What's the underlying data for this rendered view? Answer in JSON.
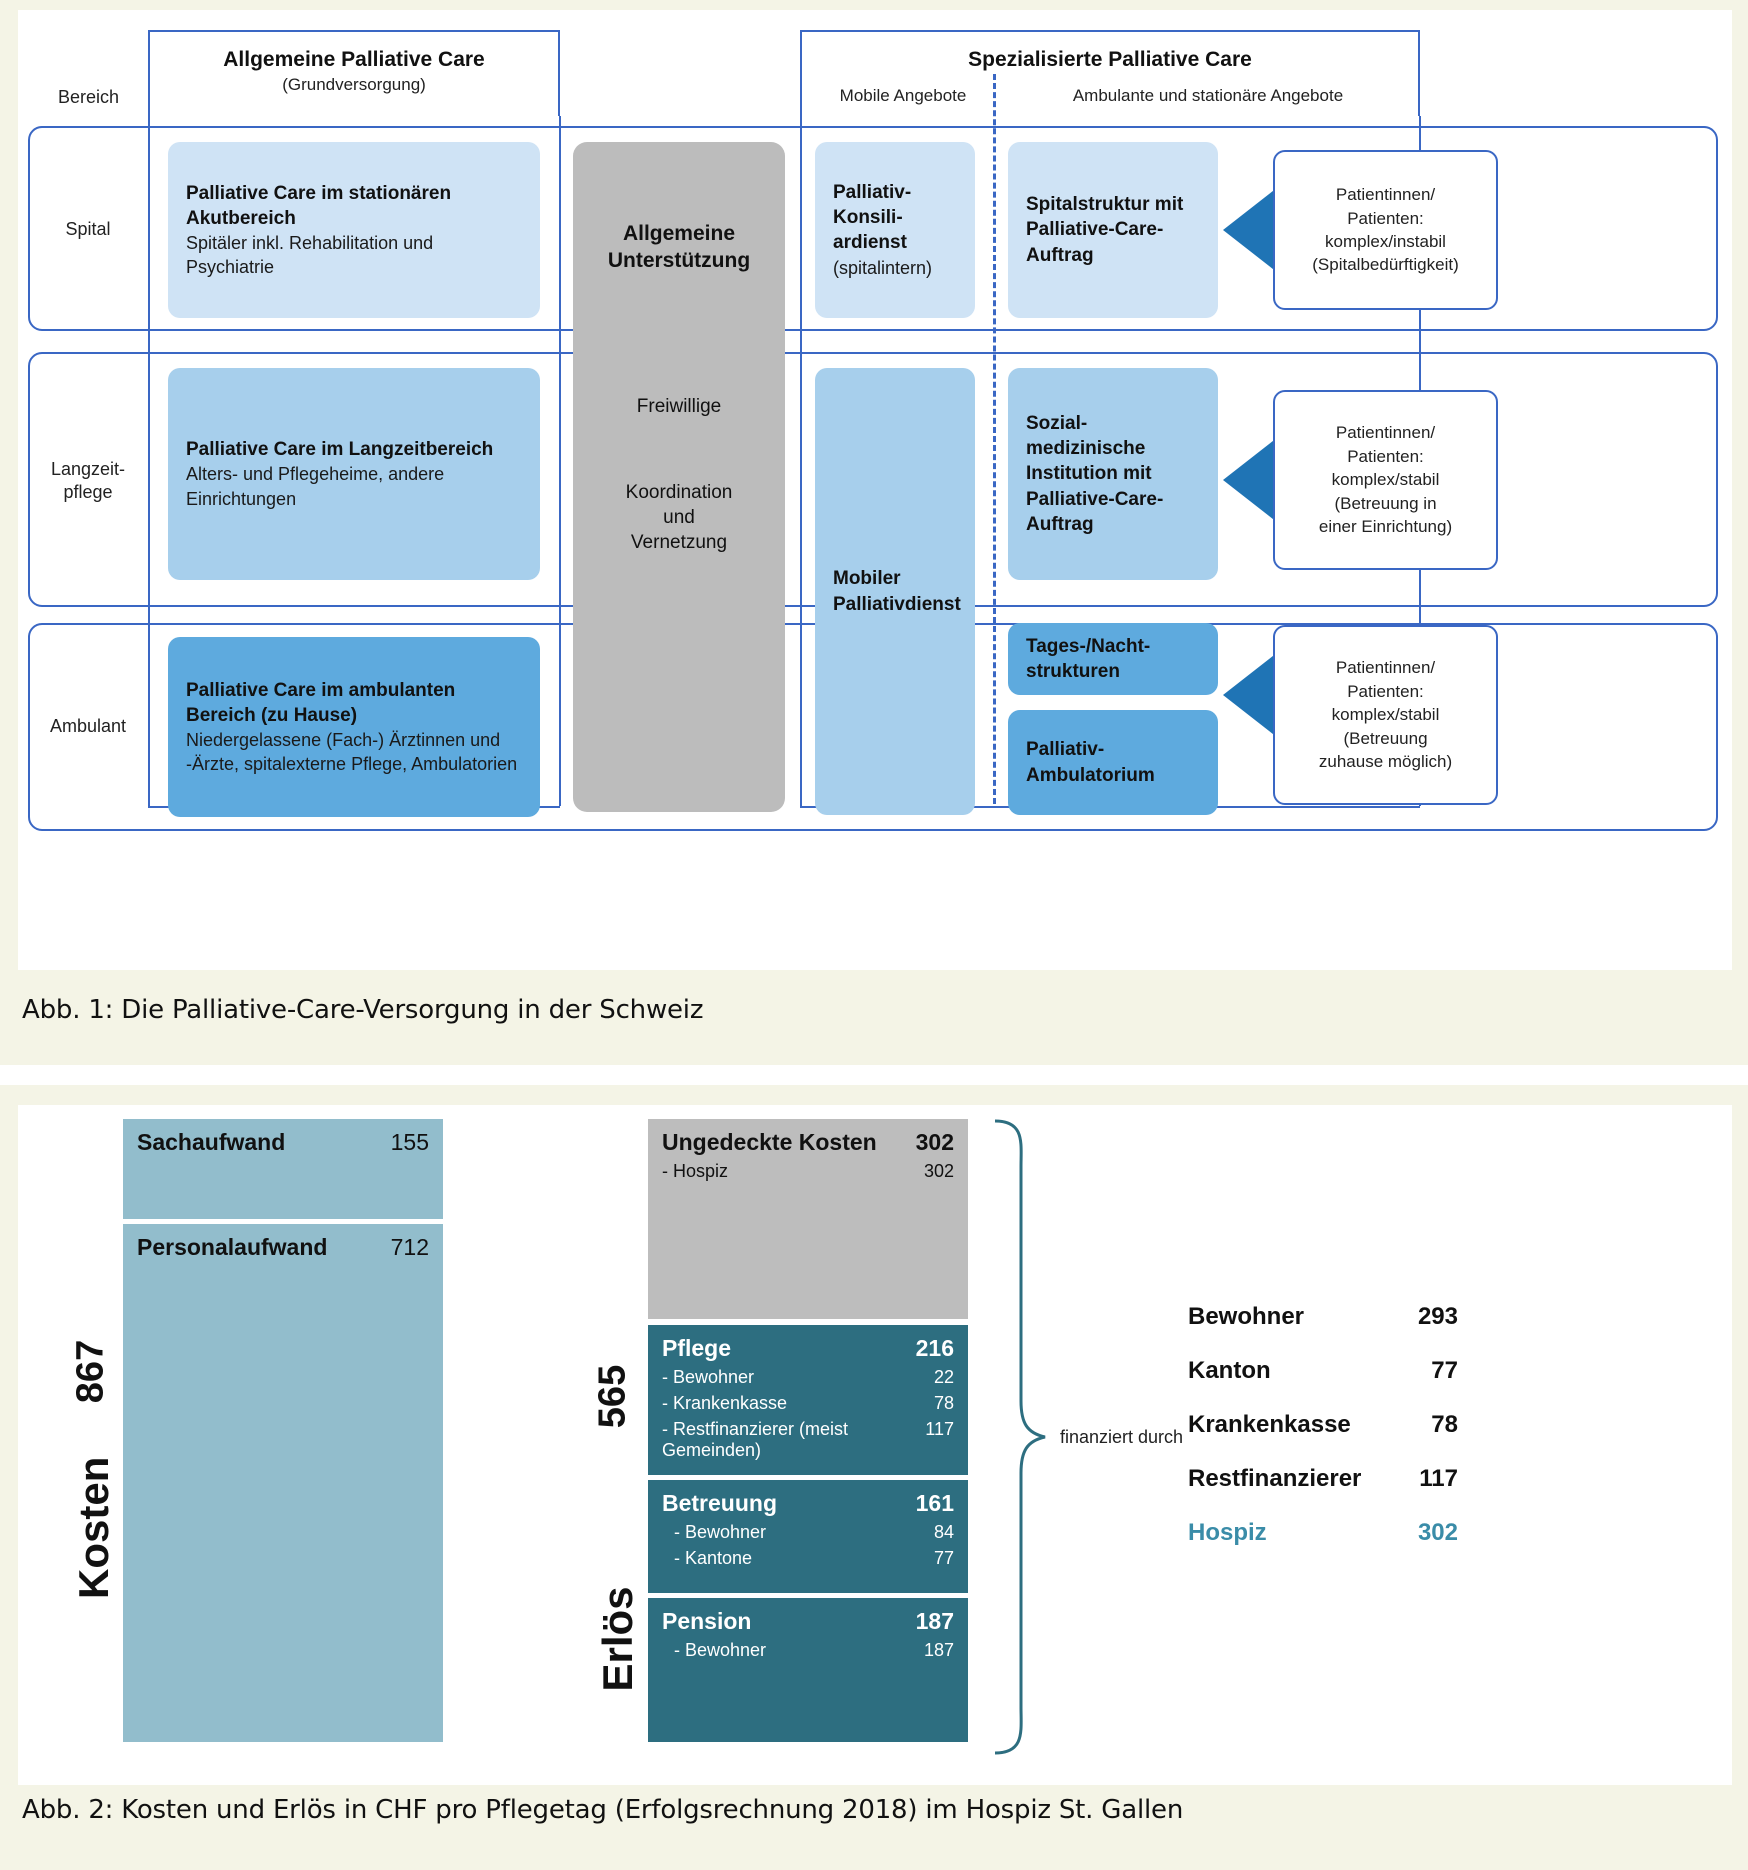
{
  "figure1": {
    "caption": "Abb. 1: Die Palliative-Care-Versorgung in der Schweiz",
    "corner_label": "Bereich",
    "headers": {
      "general_title": "Allgemeine Palliative Care",
      "general_subtitle": "(Grundversorgung)",
      "specialised_title": "Spezialisierte Palliative Care",
      "specialised_col1": "Mobile Angebote",
      "specialised_col2": "Ambulante und stationäre Angebote"
    },
    "row_labels": [
      "Spital",
      "Langzeit-\npflege",
      "Ambulant"
    ],
    "general_cards": [
      {
        "title": "Palliative Care im stationären Akutbereich",
        "desc": "Spitäler inkl. Rehabilitation und Psychiatrie"
      },
      {
        "title": "Palliative Care im Langzeitbereich",
        "desc": "Alters- und Pflegeheime, andere Einrichtungen"
      },
      {
        "title": "Palliative Care im ambulanten Bereich (zu Hause)",
        "desc": "Niedergelassene (Fach-) Ärztinnen und -Ärzte, spitalexterne Pflege, Ambulatorien"
      }
    ],
    "support_column": {
      "title": "Allgemeine Unterstützung",
      "line1": "Freiwillige",
      "line2": "Koordination",
      "line3": "und",
      "line4": "Vernetzung"
    },
    "mobile_cards": [
      {
        "title": "Palliativ-Konsili-ardienst",
        "desc": "(spitalintern)"
      },
      {
        "title": "Mobiler Palliativdienst",
        "desc": ""
      }
    ],
    "stationary_cards": [
      {
        "title": "Spitalstruktur mit Palliative-Care-Auftrag"
      },
      {
        "title": "Sozial-medizinische Institution mit Palliative-Care-Auftrag"
      },
      {
        "title": "Tages-/Nacht-strukturen"
      },
      {
        "title": "Palliativ-Ambulatorium"
      }
    ],
    "patient_boxes": [
      [
        "Patientinnen/",
        "Patienten:",
        "komplex/instabil",
        "(Spitalbedürftigkeit)"
      ],
      [
        "Patientinnen/",
        "Patienten:",
        "komplex/stabil",
        "(Betreuung in",
        "einer Einrichtung)"
      ],
      [
        "Patientinnen/",
        "Patienten:",
        "komplex/stabil",
        "(Betreuung",
        "zuhause möglich)"
      ]
    ]
  },
  "figure2": {
    "caption": "Abb. 2: Kosten und Erlös in CHF pro Pflegetag (Erfolgsrechnung 2018) im Hospiz St. Gallen",
    "brace_label": "finanziert durch",
    "summary": {
      "rows": [
        {
          "label": "Bewohner",
          "value": "293"
        },
        {
          "label": "Kanton",
          "value": "77"
        },
        {
          "label": "Krankenkasse",
          "value": "78"
        },
        {
          "label": "Restfinanzierer",
          "value": "117"
        },
        {
          "label": "Hospiz",
          "value": "302"
        }
      ]
    }
  },
  "chart_data": {
    "type": "bar",
    "title": "Kosten und Erlös in CHF pro Pflegetag (Erfolgsrechnung 2018) im Hospiz St. Gallen",
    "unit": "CHF pro Pflegetag",
    "stacks": [
      {
        "name": "Kosten",
        "total": "867",
        "total_value": 867,
        "color": "#92bdcc",
        "segments": [
          {
            "name": "Sachaufwand",
            "value": 155,
            "label": "155",
            "items": []
          },
          {
            "name": "Personalaufwand",
            "value": 712,
            "label": "712",
            "items": []
          }
        ]
      },
      {
        "name": "Erlös",
        "total": "565",
        "total_value": 565,
        "color": "#2d6e80",
        "segments": [
          {
            "name": "Ungedeckte Kosten",
            "value": 302,
            "label": "302",
            "color": "#bdbdbd",
            "items": [
              {
                "name": "- Hospiz",
                "value": 302,
                "label": "302"
              }
            ]
          },
          {
            "name": "Pflege",
            "value": 216,
            "label": "216",
            "color": "#2d6e80",
            "items": [
              {
                "name": "- Bewohner",
                "value": 22,
                "label": "22"
              },
              {
                "name": "- Krankenkasse",
                "value": 78,
                "label": "78"
              },
              {
                "name": "- Restfinanzierer (meist Gemeinden)",
                "value": 117,
                "label": "117"
              }
            ]
          },
          {
            "name": "Betreuung",
            "value": 161,
            "label": "161",
            "color": "#2d6e80",
            "items": [
              {
                "name": "- Bewohner",
                "value": 84,
                "label": "84"
              },
              {
                "name": "- Kantone",
                "value": 77,
                "label": "77"
              }
            ]
          },
          {
            "name": "Pension",
            "value": 187,
            "label": "187",
            "color": "#2d6e80",
            "items": [
              {
                "name": "- Bewohner",
                "value": 187,
                "label": "187"
              }
            ]
          }
        ]
      }
    ],
    "financed_by": {
      "label": "finanziert durch",
      "categories": [
        "Bewohner",
        "Kanton",
        "Krankenkasse",
        "Restfinanzierer",
        "Hospiz"
      ],
      "values": [
        293,
        77,
        78,
        117,
        302
      ]
    }
  }
}
